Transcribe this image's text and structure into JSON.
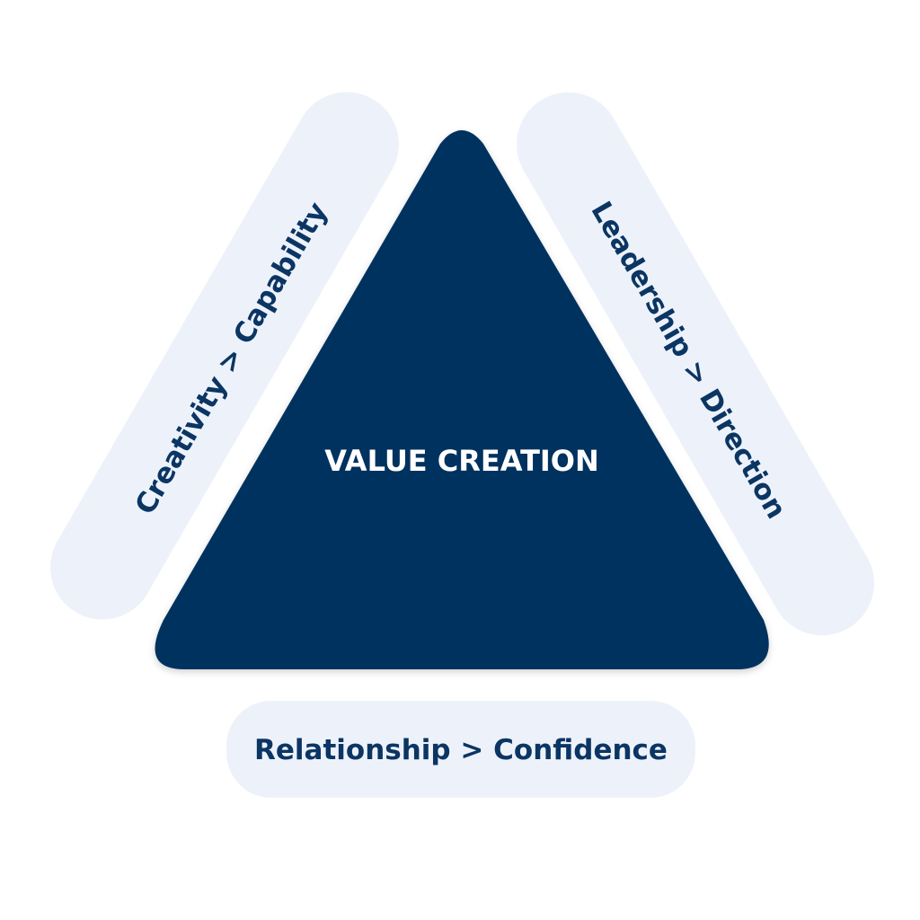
{
  "diagram": {
    "center_label": "VALUE CREATION",
    "left_side_label": "Creativity > Capability",
    "right_side_label": "Leadership > Direction",
    "bottom_label": "Relationship > Confidence"
  },
  "colors": {
    "triangle_fill": "#03325F",
    "pill_fill": "#EDF2FA",
    "label_text": "#0B3563",
    "center_text": "#FFFFFF"
  }
}
